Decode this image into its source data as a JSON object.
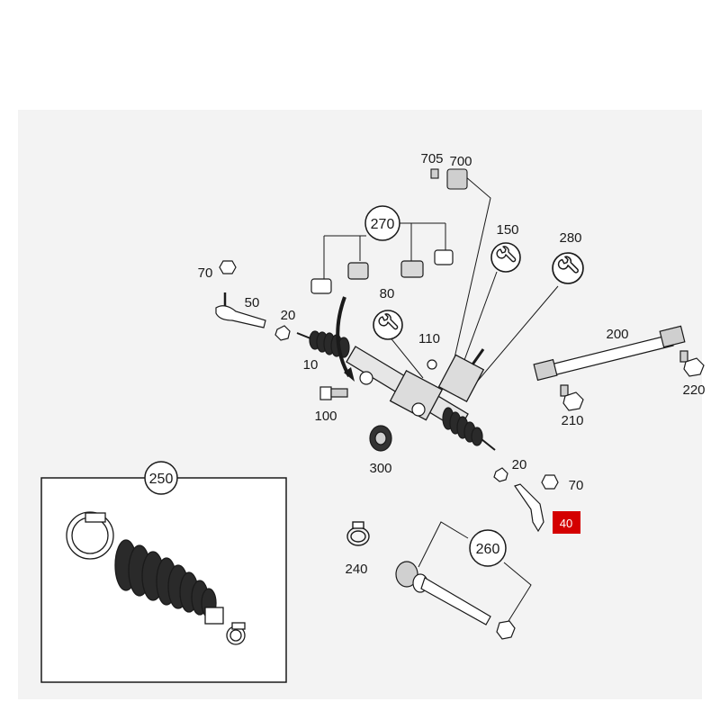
{
  "colors": {
    "background": "#f3f3f3",
    "line": "#1a1a1a",
    "highlight": "#d40000",
    "part_fill": "#cfcfcf",
    "part_dark": "#555555"
  },
  "labels": {
    "l705": "705",
    "l700": "700",
    "l270": "270",
    "l150": "150",
    "l280": "280",
    "l70a": "70",
    "l50": "50",
    "l80": "80",
    "l20a": "20",
    "l110": "110",
    "l10": "10",
    "l200": "200",
    "l100": "100",
    "l220": "220",
    "l210": "210",
    "l300": "300",
    "l20b": "20",
    "l70b": "70",
    "l250": "250",
    "l40": "40",
    "l260": "260",
    "l240": "240"
  },
  "icons": {
    "wrench": "wrench-icon"
  }
}
